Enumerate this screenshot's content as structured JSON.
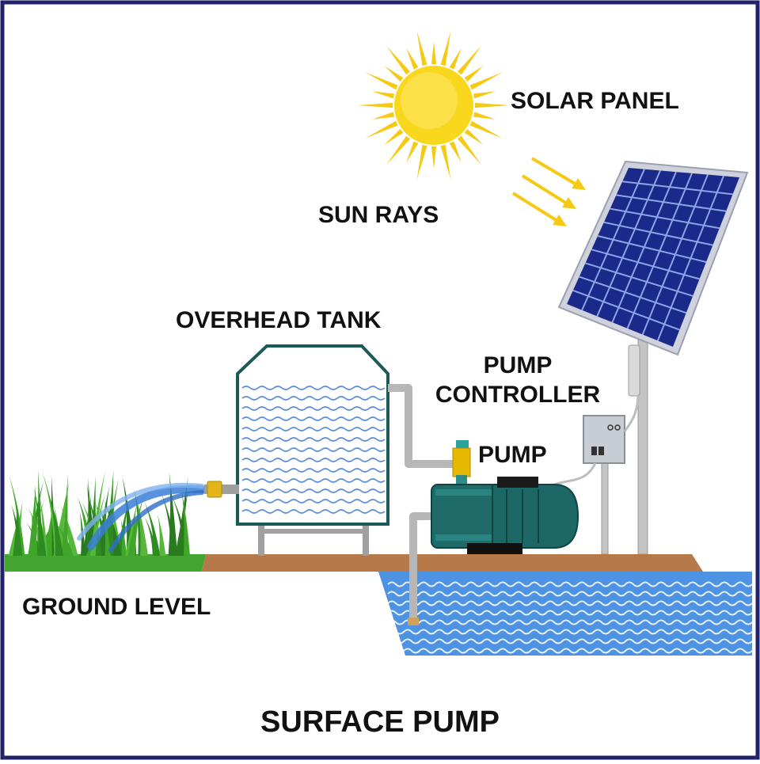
{
  "labels": {
    "solar_panel": "SOLAR PANEL",
    "sun_rays": "SUN RAYS",
    "overhead_tank": "OVERHEAD TANK",
    "pump_controller_line1": "PUMP",
    "pump_controller_line2": "CONTROLLER",
    "pump": "PUMP",
    "ground_level": "GROUND LEVEL",
    "title": "SURFACE PUMP"
  },
  "colors": {
    "frame": "#23236b",
    "sun": "#f7d51c",
    "sun_ray": "#f6c915",
    "panel_cell": "#1d2f9a",
    "panel_frame": "#c9ccd6",
    "grass": "#3fa62a",
    "ground": "#b67a45",
    "water": "#4a8fe0",
    "pump_body": "#1f6a6a",
    "pipe": "#bdbdbd",
    "valve": "#e6b800"
  },
  "icons": [
    "sun-icon",
    "solar-panel-icon",
    "water-tank-icon",
    "pump-icon",
    "controller-box-icon",
    "grass-icon"
  ]
}
